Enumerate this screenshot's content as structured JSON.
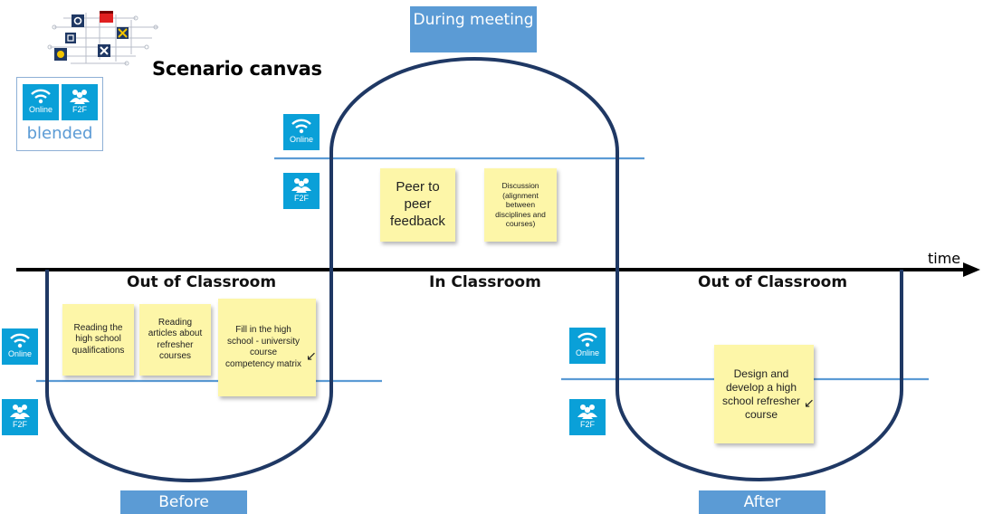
{
  "title": "Scenario canvas",
  "legend": {
    "label": "blended",
    "online": {
      "icon": "wifi-icon",
      "caption": "Online"
    },
    "f2f": {
      "icon": "people-icon",
      "caption": "F2F"
    }
  },
  "axis": {
    "label": "time"
  },
  "phases": {
    "before": "Before",
    "during": "During meeting",
    "after": "After"
  },
  "sections": {
    "out_left": "Out of Classroom",
    "in": "In Classroom",
    "out_right": "Out of Classroom"
  },
  "mode_captions": {
    "online": "Online",
    "f2f": "F2F"
  },
  "notes": {
    "reading_quals": "Reading the high school qualifications",
    "reading_articles": "Reading articles about refresher courses",
    "fill_matrix": "Fill in the high school - university course competency matrix",
    "peer_feedback": "Peer to peer feedback",
    "discussion": "Discussion (alignment between disciplines and courses)",
    "design_course": "Design and develop a high school refresher course"
  },
  "colors": {
    "track": "#1f3864",
    "divider": "#5b9bd5",
    "mode_icon": "#0aa0d8",
    "phase_button": "#5b9bd5",
    "sticky_note": "#fdf6a8",
    "axis": "#000000"
  }
}
